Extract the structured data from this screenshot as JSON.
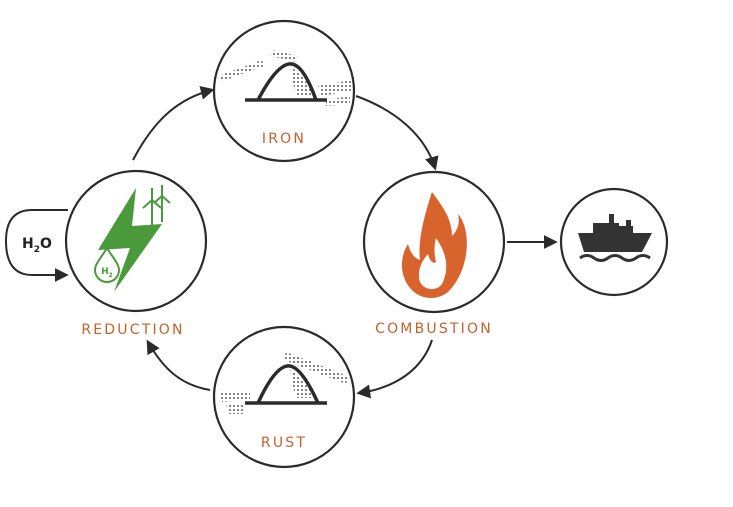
{
  "nodes": {
    "iron": {
      "label": "IRON",
      "icon": "iron-powder-pile-icon"
    },
    "combustion": {
      "label": "COMBUSTION",
      "icon": "flame-icon"
    },
    "rust": {
      "label": "RUST",
      "icon": "rust-powder-pile-icon"
    },
    "reduction": {
      "label": "REDUCTION",
      "icon": "green-lightning-wind-turbine-icon"
    },
    "ship": {
      "icon": "ship-icon"
    }
  },
  "inputs": {
    "water": {
      "label_main": "H",
      "label_sub": "2",
      "label_end": "O"
    },
    "hydrogen_badge": {
      "label_main": "H",
      "label_sub": "2"
    }
  },
  "colors": {
    "outline": "#2b2b2b",
    "label": "#c4622d",
    "flame": "#d9632c",
    "green": "#4a9a3c",
    "ship": "#333333"
  }
}
